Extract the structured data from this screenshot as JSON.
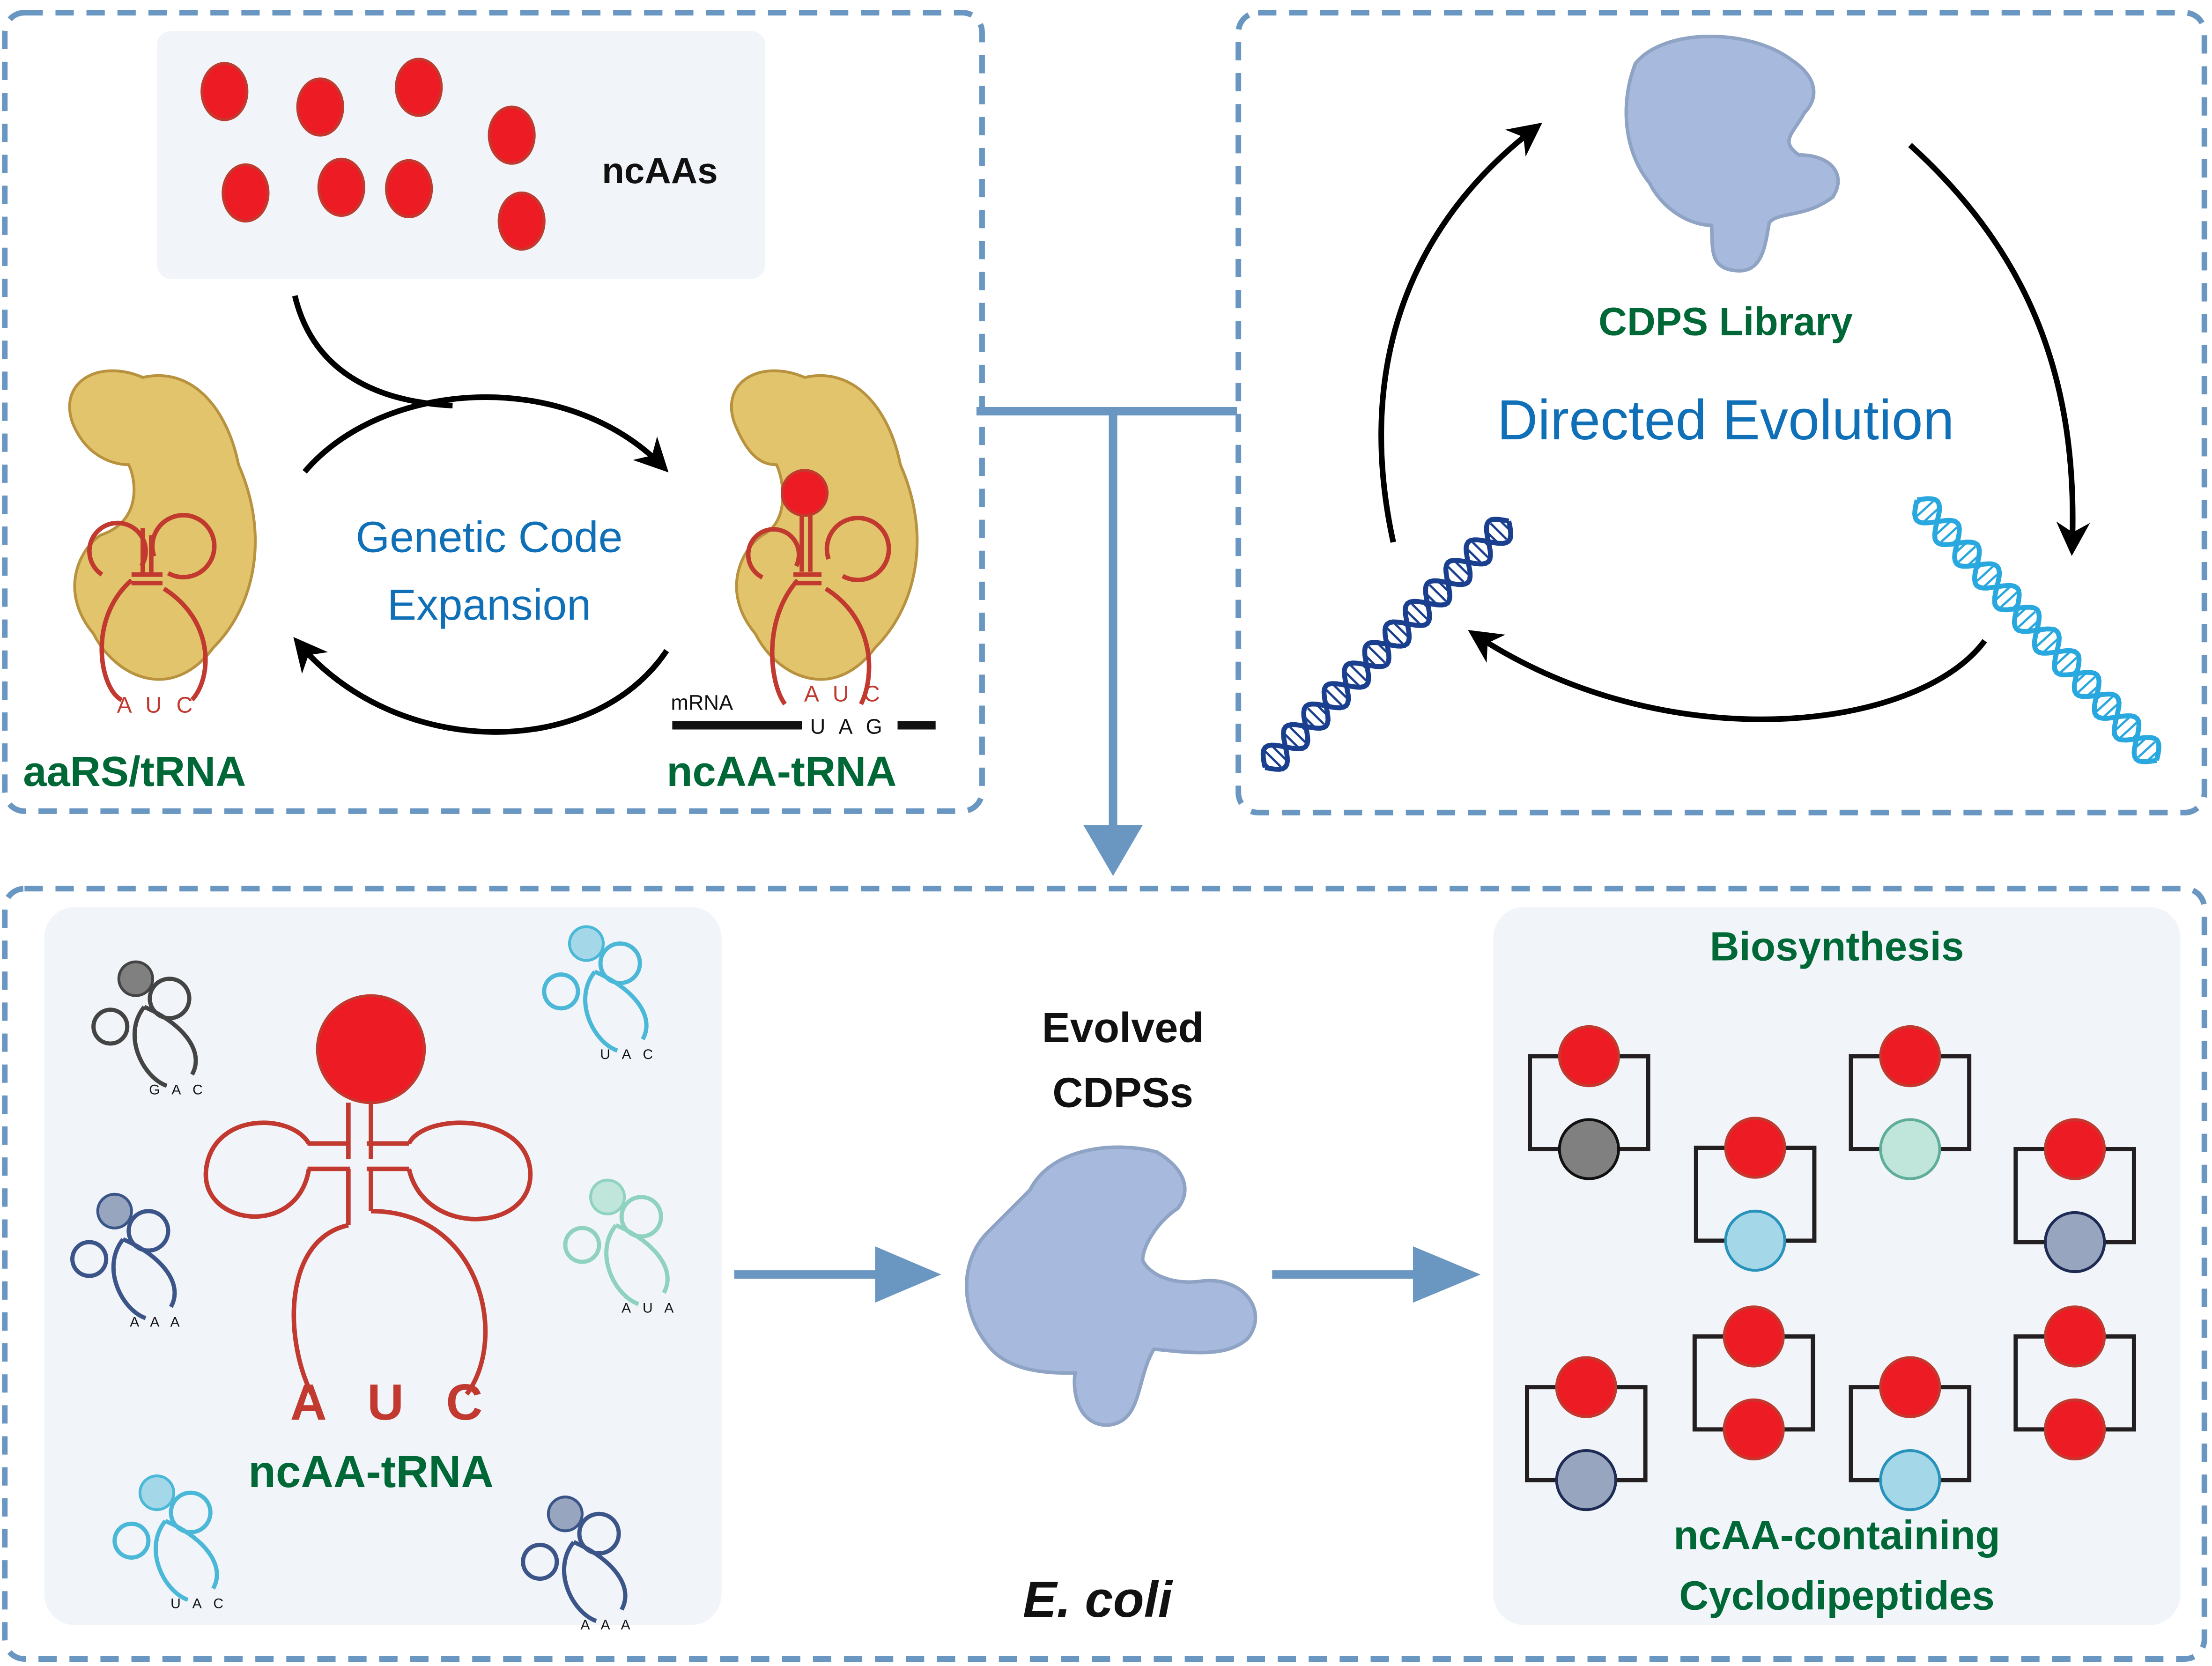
{
  "figure": {
    "title": "Directed evolution of CDPSs for biosynthesis of ncAA-containing cyclodipeptides",
    "colors": {
      "panel_border": "#6a97c1",
      "card_background": "#f1f5fa",
      "ncaa_red": "#ed1c24",
      "ncaa_outline": "#c1392f",
      "trna_red": "#c1392f",
      "label_green": "#006837",
      "label_blue": "#0f6fb7",
      "protein_blue": "#a7b9dc",
      "aars_yellow": "#e2c46c",
      "dna_dark": "#1b3f8f",
      "dna_light": "#29a8df"
    }
  },
  "panel_gce": {
    "ncaa_box_label": "ncAAs",
    "ncaa_count": 8,
    "process_label_line1": "Genetic Code",
    "process_label_line2": "Expansion",
    "left_label": "aaRS/tRNA",
    "left_anticodon": "A U C",
    "right_label": "ncAA-tRNA",
    "right_anticodon": "A U C",
    "mrna_label": "mRNA",
    "codon": "U A G"
  },
  "panel_de": {
    "library_label": "CDPS Library",
    "process_label": "Directed Evolution"
  },
  "panel_ecoli": {
    "trna_card": {
      "center_anticodon": "A U C",
      "center_label": "ncAA-tRNA",
      "small_trnas": [
        {
          "anticodon": "G A C",
          "color": "#444444",
          "aa_color": "#808080"
        },
        {
          "anticodon": "U A C",
          "color": "#4bb8d8",
          "aa_color": "#a4d7e8"
        },
        {
          "anticodon": "A A A",
          "color": "#3c5589",
          "aa_color": "#98a5bf"
        },
        {
          "anticodon": "A U A",
          "color": "#90d2c0",
          "aa_color": "#c0e5db"
        },
        {
          "anticodon": "U A C",
          "color": "#4bb8d8",
          "aa_color": "#a4d7e8"
        },
        {
          "anticodon": "A A A",
          "color": "#3c5589",
          "aa_color": "#98a5bf"
        }
      ]
    },
    "enzyme_label_line1": "Evolved",
    "enzyme_label_line2": "CDPSs",
    "organism_label": "E. coli",
    "product_card": {
      "header": "Biosynthesis",
      "footer_line1": "ncAA-containing",
      "footer_line2": "Cyclodipeptides",
      "products": [
        {
          "top": "ncAA",
          "bottom_fill": "#808080",
          "bottom_stroke": "#111111"
        },
        {
          "top": "ncAA",
          "bottom_fill": "#a4d7e8",
          "bottom_stroke": "#2a93bb"
        },
        {
          "top": "ncAA",
          "bottom_fill": "#c0e5db",
          "bottom_stroke": "#5fae9a"
        },
        {
          "top": "ncAA",
          "bottom_fill": "#98a5bf",
          "bottom_stroke": "#1d2b55"
        },
        {
          "top": "ncAA",
          "bottom_fill": "#98a5bf",
          "bottom_stroke": "#1d2b55"
        },
        {
          "top": "ncAA",
          "bottom_fill": "#ed1c24",
          "bottom_stroke": "#c1392f"
        },
        {
          "top": "ncAA",
          "bottom_fill": "#a4d7e8",
          "bottom_stroke": "#2a93bb"
        },
        {
          "top": "ncAA",
          "bottom_fill": "#ed1c24",
          "bottom_stroke": "#c1392f"
        }
      ]
    }
  }
}
